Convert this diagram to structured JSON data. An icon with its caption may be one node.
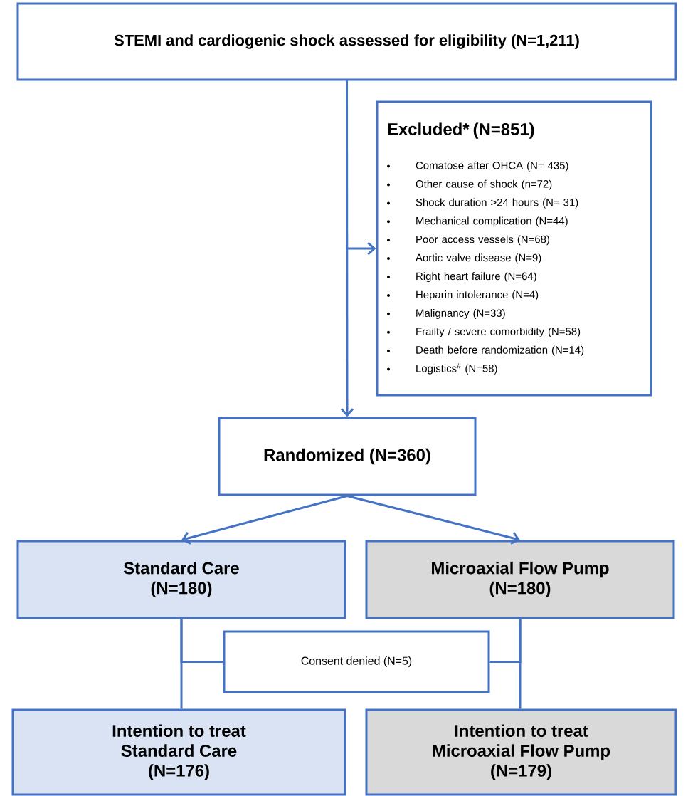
{
  "diagram": {
    "nodes": [
      {
        "text": [
          "STEMI and cardiogenic shock assessed for eligibility (N=1,211)"
        ]
      },
      {
        "text": [
          "Excluded* (N=851)",
          "Comatose after OHCA (N= 435)",
          "Other cause of shock (n=72)",
          "Shock duration >24 hours (N= 31)",
          "Mechanical complication (N=44)",
          "Poor access vessels (N=68)",
          "Aortic valve disease (N=9)",
          "Right heart failure (N=64)",
          "Heparin intolerance (N=4)",
          "Malignancy (N=33)",
          "Frailty / severe comorbidity (N=58)",
          "Death before randomization (N=14)",
          "Logistics$^{#}$ (N=58)"
        ]
      },
      {
        "text": [
          "Randomized (N=360)"
        ]
      },
      {
        "text": [
          "Standard Care",
          "(N=180)"
        ]
      },
      {
        "text": [
          "Microaxial Flow Pump",
          "(N=180)"
        ]
      },
      {
        "text": [
          "Consent denied (N=5)"
        ]
      },
      {
        "text": [
          "Intention to treat",
          "Standard Care",
          "(N=176)"
        ]
      },
      {
        "text": [
          "Intention to treat",
          "Microaxial Flow Pump",
          "(N=179)"
        ]
      }
    ],
    "edges": [
      {
        "from": 0,
        "to": 2,
        "arrow": "to"
      },
      {
        "from": 0,
        "to": 1,
        "arrow": "to"
      },
      {
        "from": 2,
        "to": 3,
        "arrow": "to"
      },
      {
        "from": 2,
        "to": 4,
        "arrow": "to"
      },
      {
        "from": 3,
        "to": 6,
        "arrow": "none"
      },
      {
        "from": 4,
        "to": 7,
        "arrow": "none"
      },
      {
        "from": 3,
        "to": 5,
        "arrow": "none"
      },
      {
        "from": 4,
        "to": 5,
        "arrow": "none"
      }
    ]
  }
}
